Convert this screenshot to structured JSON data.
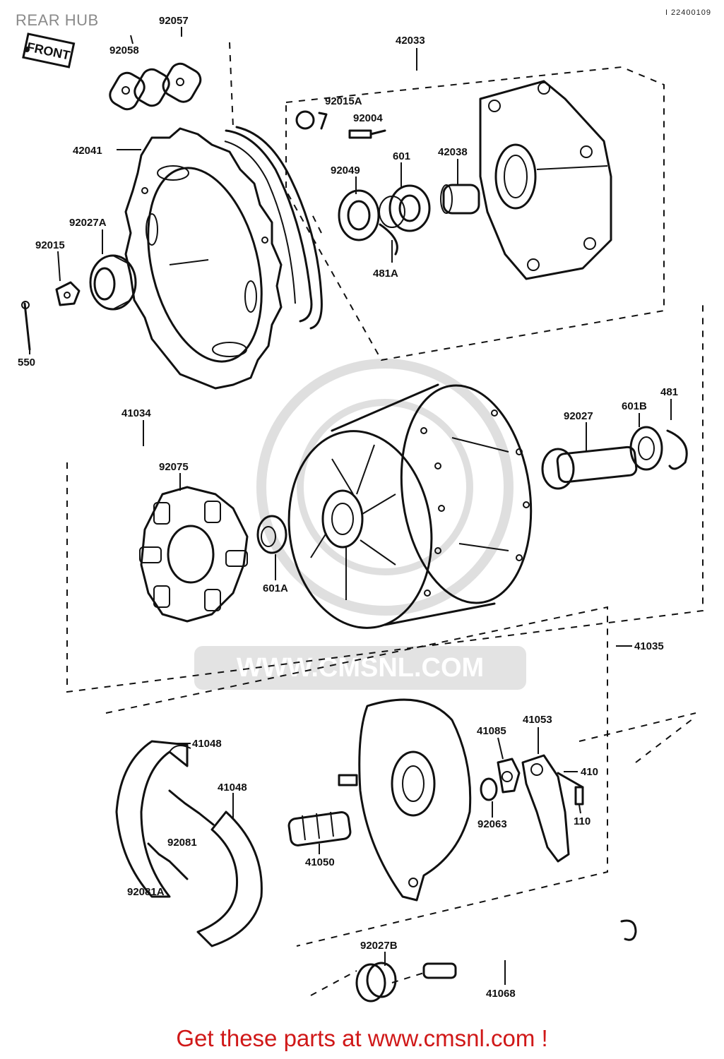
{
  "header": {
    "title": "REAR HUB",
    "doc_id": "I 22400109"
  },
  "front_marker": "FRONT",
  "watermark": "WWW.CMSNL.COM",
  "footer": {
    "link_text": "Get these parts at www.cmsnl.com !"
  },
  "parts": [
    {
      "id": "92057"
    },
    {
      "id": "92058"
    },
    {
      "id": "42033"
    },
    {
      "id": "92015A"
    },
    {
      "id": "92004"
    },
    {
      "id": "42041"
    },
    {
      "id": "92049"
    },
    {
      "id": "601"
    },
    {
      "id": "42038"
    },
    {
      "id": "92027A"
    },
    {
      "id": "92015"
    },
    {
      "id": "481A"
    },
    {
      "id": "550"
    },
    {
      "id": "41034"
    },
    {
      "id": "92027"
    },
    {
      "id": "601B"
    },
    {
      "id": "481"
    },
    {
      "id": "92075"
    },
    {
      "id": "601A"
    },
    {
      "id": "41035"
    },
    {
      "id": "41048"
    },
    {
      "id": "41048"
    },
    {
      "id": "41085"
    },
    {
      "id": "41053"
    },
    {
      "id": "410"
    },
    {
      "id": "92081"
    },
    {
      "id": "41050"
    },
    {
      "id": "92063"
    },
    {
      "id": "110"
    },
    {
      "id": "92081A"
    },
    {
      "id": "92027B"
    },
    {
      "id": "41068"
    }
  ]
}
